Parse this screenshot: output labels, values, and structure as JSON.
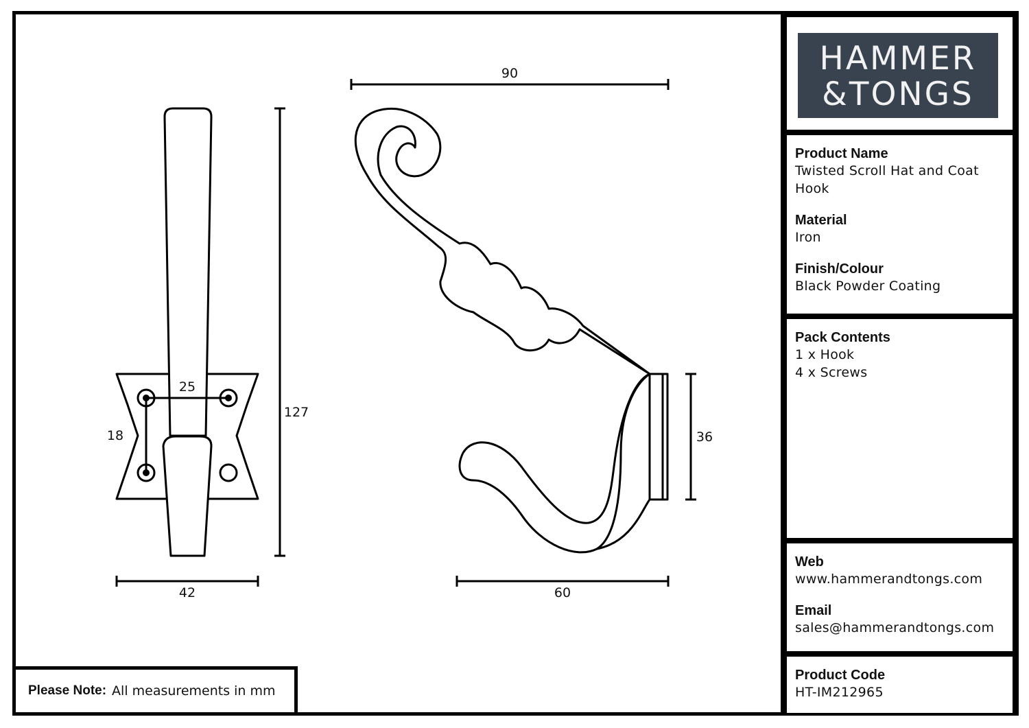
{
  "logo": {
    "line1": "HAMMER",
    "line2": "&TONGS"
  },
  "product": {
    "name_label": "Product Name",
    "name_value": "Twisted Scroll Hat and Coat Hook",
    "material_label": "Material",
    "material_value": "Iron",
    "finish_label": "Finish/Colour",
    "finish_value": "Black Powder Coating"
  },
  "pack": {
    "label": "Pack Contents",
    "items": [
      "1 x Hook",
      "4 x Screws"
    ]
  },
  "contact": {
    "web_label": "Web",
    "web_value": "www.hammerandtongs.com",
    "email_label": "Email",
    "email_value": "sales@hammerandtongs.com"
  },
  "code": {
    "label": "Product Code",
    "value": "HT-IM212965"
  },
  "note": {
    "label": "Please Note:",
    "text": "All measurements in mm"
  },
  "dimensions": {
    "front_width": "42",
    "front_height": "127",
    "hole_spacing_h": "25",
    "hole_spacing_v": "18",
    "side_width": "90",
    "side_projection": "60",
    "plate_height": "36"
  }
}
